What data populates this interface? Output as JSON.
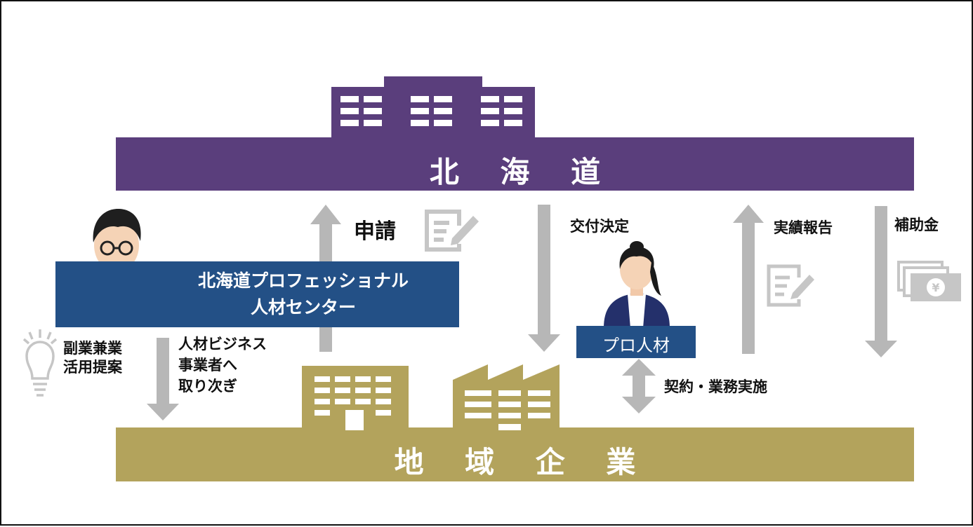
{
  "colors": {
    "hokkaido_purple": "#5a3e7c",
    "company_gold": "#b3a35c",
    "center_blue": "#235086",
    "arrow_gray": "#b7b7b7",
    "icon_gray": "#c6c6c6"
  },
  "hokkaido": {
    "label": "北 海 道"
  },
  "company": {
    "label": "地 域 企 業"
  },
  "center": {
    "line1": "北海道プロフェッショナル",
    "line2": "人材センター"
  },
  "pro_talent": {
    "label": "プロ人材"
  },
  "flows": {
    "application": "申請",
    "grant_decision": "交付決定",
    "performance_report": "実績報告",
    "subsidy": "補助金",
    "contract": "契約・業務実施",
    "side_job_proposal_1": "副業兼業",
    "side_job_proposal_2": "活用提案",
    "referral_1": "人材ビジネス",
    "referral_2": "事業者へ",
    "referral_3": "取り次ぎ"
  },
  "icons": {
    "hokkaido_building": "government-building-icon",
    "company_office": "office-building-icon",
    "company_factory": "factory-icon",
    "application_doc": "document-edit-icon",
    "report_doc": "document-edit-icon",
    "money": "yen-banknotes-icon",
    "idea": "lightbulb-icon",
    "coordinator": "businessman-icon",
    "professional": "businesswoman-icon"
  }
}
